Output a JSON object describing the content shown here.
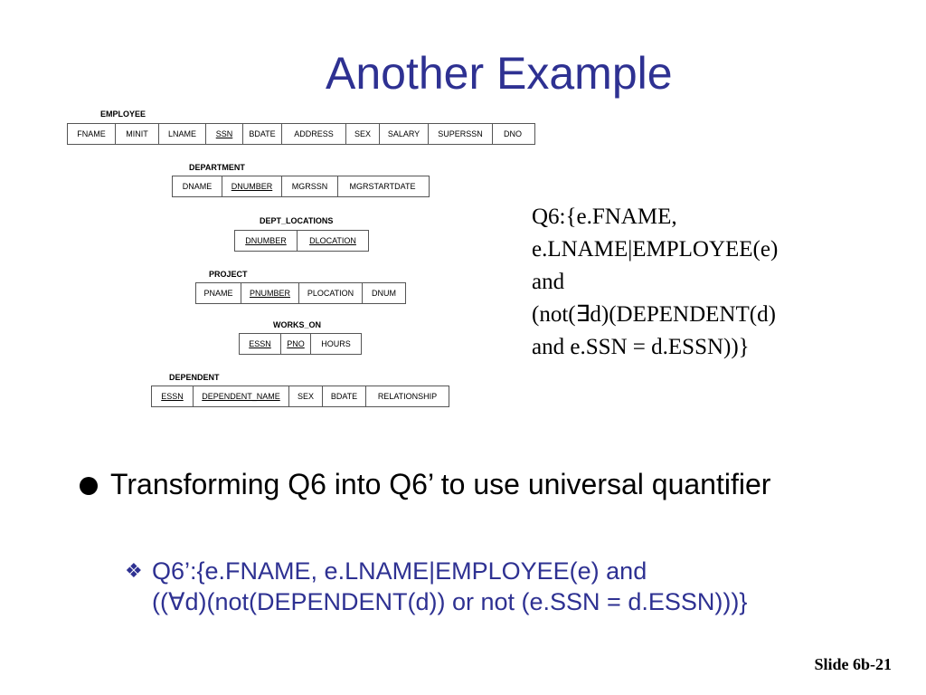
{
  "title": "Another Example",
  "schema": {
    "employee": {
      "name": "EMPLOYEE",
      "attrs": [
        "FNAME",
        "MINIT",
        "LNAME",
        "SSN",
        "BDATE",
        "ADDRESS",
        "SEX",
        "SALARY",
        "SUPERSSN",
        "DNO"
      ]
    },
    "department": {
      "name": "DEPARTMENT",
      "attrs": [
        "DNAME",
        "DNUMBER",
        "MGRSSN",
        "MGRSTARTDATE"
      ]
    },
    "dept_locations": {
      "name": "DEPT_LOCATIONS",
      "attrs": [
        "DNUMBER",
        "DLOCATION"
      ]
    },
    "project": {
      "name": "PROJECT",
      "attrs": [
        "PNAME",
        "PNUMBER",
        "PLOCATION",
        "DNUM"
      ]
    },
    "works_on": {
      "name": "WORKS_ON",
      "attrs": [
        "ESSN",
        "PNO",
        "HOURS"
      ]
    },
    "dependent": {
      "name": "DEPENDENT",
      "attrs": [
        "ESSN",
        "DEPENDENT_NAME",
        "SEX",
        "BDATE",
        "RELATIONSHIP"
      ]
    }
  },
  "query": {
    "lines": [
      "Q6:{e.FNAME,",
      "e.LNAME|EMPLOYEE(e)",
      "and",
      "(not(∃d)(DEPENDENT(d)",
      "and e.SSN = d.ESSN))}"
    ]
  },
  "bullet": {
    "text": "Transforming Q6 into Q6’ to use universal quantifier"
  },
  "sub_bullet": {
    "marker": "❖",
    "line1": "Q6’:{e.FNAME, e.LNAME|EMPLOYEE(e) and",
    "line2": "((∀d)(not(DEPENDENT(d)) or not (e.SSN = d.ESSN)))}"
  },
  "slide_number": "Slide 6b-21",
  "colors": {
    "title": "#2e3192",
    "sub_bullet": "#2e3192"
  }
}
